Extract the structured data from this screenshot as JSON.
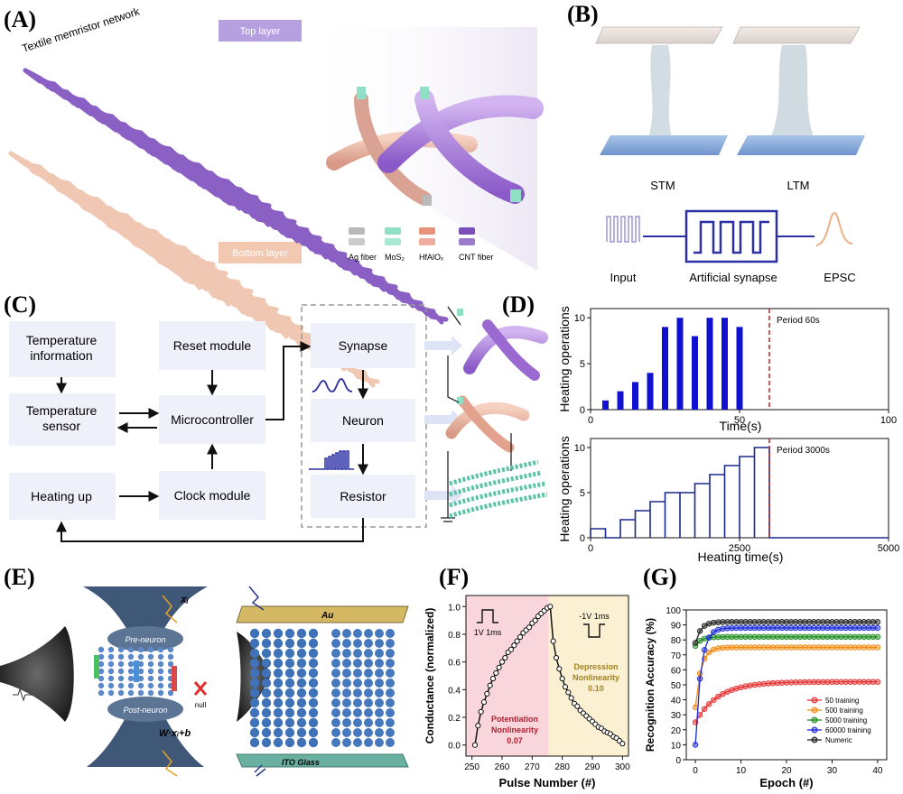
{
  "panels": {
    "A": {
      "letter": "(A)",
      "title": "Textile memristor network",
      "top_layer": "Top layer",
      "bottom_layer": "Bottom layer",
      "legend": [
        "Ag fiber",
        "MoS₂",
        "HfAlOₓ",
        "CNT fiber"
      ],
      "legend_colors": [
        "#b9b9b9",
        "#8fe0c6",
        "#e8927c",
        "#7b4fb8"
      ]
    },
    "B": {
      "letter": "(B)",
      "stm": "STM",
      "ltm": "LTM",
      "input": "Input",
      "synapse": "Artificial synapse",
      "epsc": "EPSC"
    },
    "C": {
      "letter": "(C)",
      "boxes": {
        "temp_info": "Temperature information",
        "temp_sensor": "Temperature sensor",
        "heating_up": "Heating up",
        "reset": "Reset module",
        "micro": "Microcontroller",
        "clock": "Clock module",
        "synapse": "Synapse",
        "neuron": "Neuron",
        "resistor": "Resistor"
      }
    },
    "E": {
      "letter": "(E)",
      "pre_neuron": "Pre-neuron",
      "post_neuron": "Post-neuron",
      "xi": "xᵢ",
      "formula": "W·xᵢ+b",
      "null": "null",
      "au": "Au",
      "ito": "ITO Glass"
    }
  },
  "chart_data": [
    {
      "id": "D1",
      "letter": "(D)",
      "type": "bar",
      "ylabel": "Heating operations",
      "xlabel": "Time(s)",
      "xlim": [
        0,
        100
      ],
      "ylim": [
        0,
        11
      ],
      "xticks": [
        0,
        50,
        100
      ],
      "yticks": [
        0,
        5,
        10
      ],
      "x": [
        5,
        10,
        15,
        20,
        25,
        30,
        35,
        40,
        45,
        50,
        55,
        60
      ],
      "values": [
        1,
        2,
        3,
        4,
        9,
        10,
        8,
        10,
        10,
        9,
        0,
        0
      ],
      "bar_color": "#1010d0",
      "vline": 60,
      "annotation": "Period 60s"
    },
    {
      "id": "D2",
      "type": "step",
      "ylabel": "Heating operations",
      "xlabel": "Heating time(s)",
      "xlim": [
        0,
        5000
      ],
      "ylim": [
        0,
        11
      ],
      "xticks": [
        0,
        2500,
        5000
      ],
      "yticks": [
        0,
        5,
        10
      ],
      "x": [
        0,
        250,
        500,
        750,
        1000,
        1250,
        1500,
        1750,
        2000,
        2250,
        2500,
        2750,
        3000
      ],
      "values": [
        1,
        0,
        2,
        3,
        4,
        5,
        5,
        6,
        7,
        8,
        9,
        10,
        0
      ],
      "line_color": "#1a2a8c",
      "vline": 3000,
      "annotation": "Period 3000s"
    },
    {
      "id": "F",
      "letter": "(F)",
      "type": "line",
      "xlabel": "Pulse Number (#)",
      "ylabel": "Conductance (normalized)",
      "xlim": [
        248,
        302
      ],
      "ylim": [
        -0.08,
        1.08
      ],
      "xticks": [
        250,
        260,
        270,
        280,
        290,
        300
      ],
      "yticks": [
        0.0,
        0.2,
        0.4,
        0.6,
        0.8,
        1.0
      ],
      "x": [
        251,
        252,
        253,
        254,
        255,
        256,
        257,
        258,
        259,
        260,
        261,
        262,
        263,
        264,
        265,
        266,
        267,
        268,
        269,
        270,
        271,
        272,
        273,
        274,
        275,
        276,
        277,
        278,
        279,
        280,
        281,
        282,
        283,
        284,
        285,
        286,
        287,
        288,
        289,
        290,
        291,
        292,
        293,
        294,
        295,
        296,
        297,
        298,
        299,
        300
      ],
      "values": [
        0.0,
        0.14,
        0.24,
        0.31,
        0.37,
        0.43,
        0.48,
        0.52,
        0.56,
        0.6,
        0.63,
        0.67,
        0.69,
        0.72,
        0.75,
        0.78,
        0.81,
        0.83,
        0.85,
        0.88,
        0.9,
        0.93,
        0.95,
        0.97,
        0.99,
        1.0,
        0.75,
        0.63,
        0.55,
        0.48,
        0.42,
        0.38,
        0.34,
        0.3,
        0.28,
        0.25,
        0.23,
        0.21,
        0.19,
        0.17,
        0.15,
        0.13,
        0.12,
        0.1,
        0.09,
        0.08,
        0.06,
        0.05,
        0.03,
        0.01
      ],
      "potentiation": "Potentiation Nonlinearity 0.07",
      "depression": "Depression Nonlinearity 0.10",
      "pulse_pos": "1V 1ms",
      "pulse_neg": "-1V 1ms"
    },
    {
      "id": "G",
      "letter": "(G)",
      "type": "line",
      "xlabel": "Epoch (#)",
      "ylabel": "Recognition Accuracy (%)",
      "xlim": [
        -2,
        42
      ],
      "ylim": [
        0,
        100
      ],
      "xticks": [
        0,
        10,
        20,
        30,
        40
      ],
      "yticks": [
        0,
        10,
        20,
        30,
        40,
        50,
        60,
        70,
        80,
        90,
        100
      ],
      "series": [
        {
          "name": "50 training",
          "color": "#e53030",
          "plateau": 52,
          "start": 25
        },
        {
          "name": "500 training",
          "color": "#f08a10",
          "plateau": 75,
          "start": 35
        },
        {
          "name": "5000 training",
          "color": "#1a8a1a",
          "plateau": 82,
          "start": 76
        },
        {
          "name": "60000 training",
          "color": "#1a2ad8",
          "plateau": 88,
          "start": 10
        },
        {
          "name": "Numeric",
          "color": "#222222",
          "plateau": 92,
          "start": 78
        }
      ]
    }
  ]
}
